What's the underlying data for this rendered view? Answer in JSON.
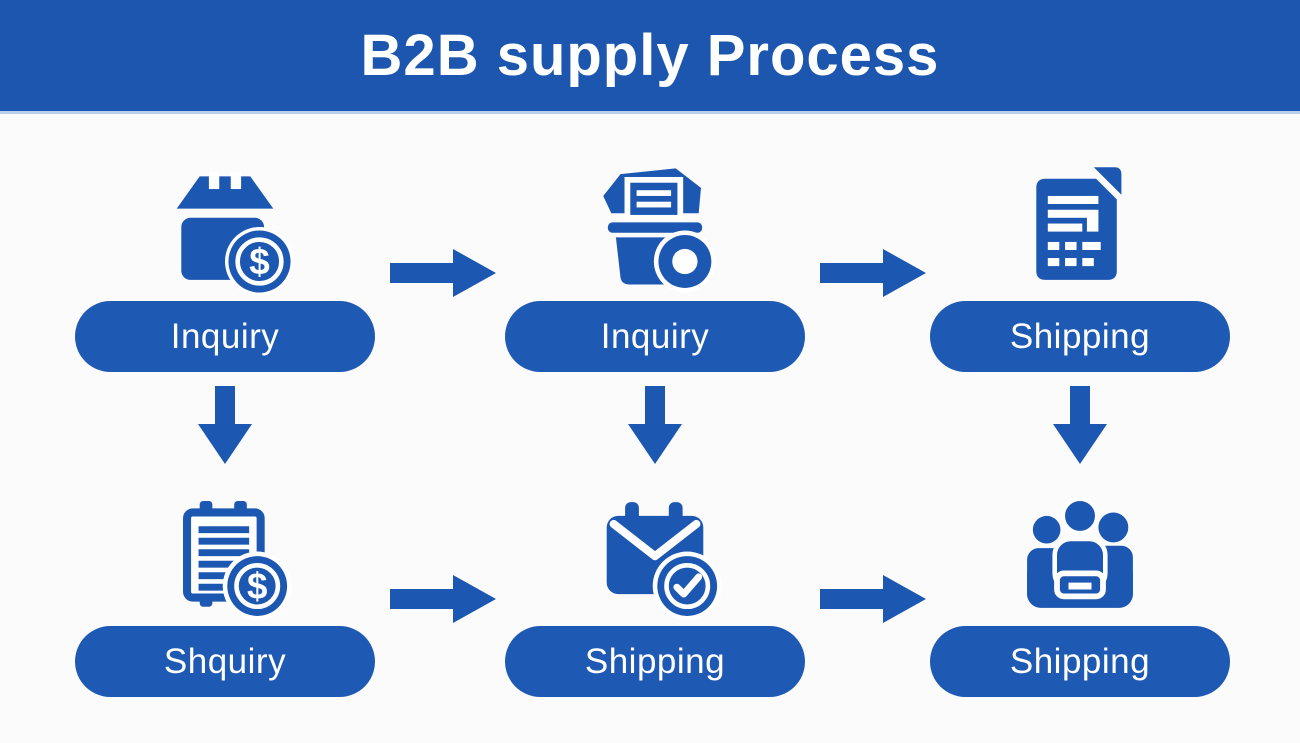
{
  "header": {
    "title": "B2B supply Process"
  },
  "colors": {
    "header_bg": "#1d56ae",
    "primary": "#1c57b1",
    "pill_bg": "#1e59b4",
    "body_bg": "#fbfbfc",
    "text_on_blue": "#ffffff",
    "header_divider": "#b9cfec"
  },
  "glyphs": {
    "dollar": "$"
  },
  "steps": [
    {
      "label": "Inquiry",
      "icon": "package-dollar-icon",
      "row": 1,
      "col": 1
    },
    {
      "label": "Inquiry",
      "icon": "supply-cart-icon",
      "row": 1,
      "col": 2
    },
    {
      "label": "Shipping",
      "icon": "invoice-document-icon",
      "row": 1,
      "col": 3
    },
    {
      "label": "Shquiry",
      "icon": "price-list-dollar-icon",
      "row": 2,
      "col": 1
    },
    {
      "label": "Shipping",
      "icon": "mail-check-icon",
      "row": 2,
      "col": 2
    },
    {
      "label": "Shipping",
      "icon": "team-meeting-icon",
      "row": 2,
      "col": 3
    }
  ],
  "flow_arrows": [
    {
      "from": "step-1",
      "to": "step-2",
      "direction": "right"
    },
    {
      "from": "step-2",
      "to": "step-3",
      "direction": "right"
    },
    {
      "from": "step-1",
      "to": "step-4",
      "direction": "down"
    },
    {
      "from": "step-2",
      "to": "step-5",
      "direction": "down"
    },
    {
      "from": "step-3",
      "to": "step-6",
      "direction": "down"
    },
    {
      "from": "step-4",
      "to": "step-5",
      "direction": "right"
    },
    {
      "from": "step-5",
      "to": "step-6",
      "direction": "right"
    }
  ]
}
